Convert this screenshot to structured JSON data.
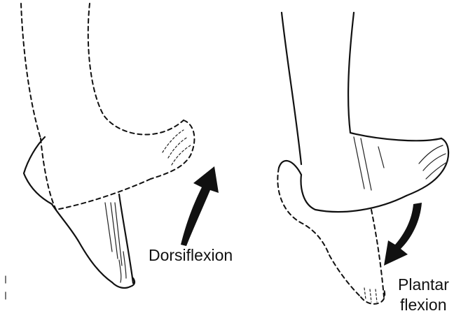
{
  "labels": {
    "dorsiflexion": "Dorsiflexion",
    "plantar_line1": "Plantar",
    "plantar_line2": "flexion"
  }
}
